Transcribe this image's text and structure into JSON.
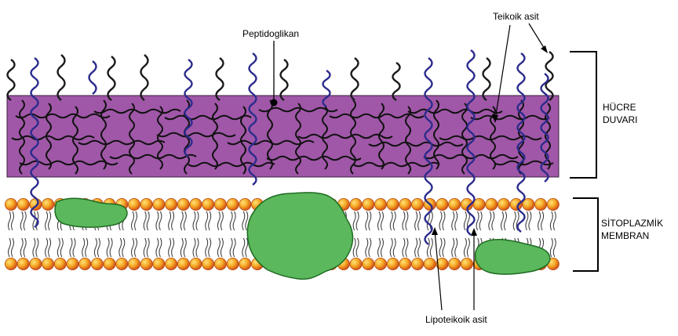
{
  "labels": {
    "peptidoglycan": "Peptidoglikan",
    "teichoic_acid": "Teikoik asit",
    "lipoteichoic_acid": "Lipoteikoik asit",
    "cell_wall_line1": "HÜCRE",
    "cell_wall_line2": "DUVARI",
    "membrane_line1": "SİTOPLAZMİK",
    "membrane_line2": "MEMBRAN"
  },
  "colors": {
    "cell_wall_fill": "#a057a8",
    "teichoic_strand": "#1a1a1a",
    "lipoteichoic_strand": "#2b2b8c",
    "phospholipid_head": "#f2a020",
    "phospholipid_head_edge": "#c0501a",
    "membrane_protein": "#5bb85c",
    "protein_edge": "#1f6a22"
  }
}
